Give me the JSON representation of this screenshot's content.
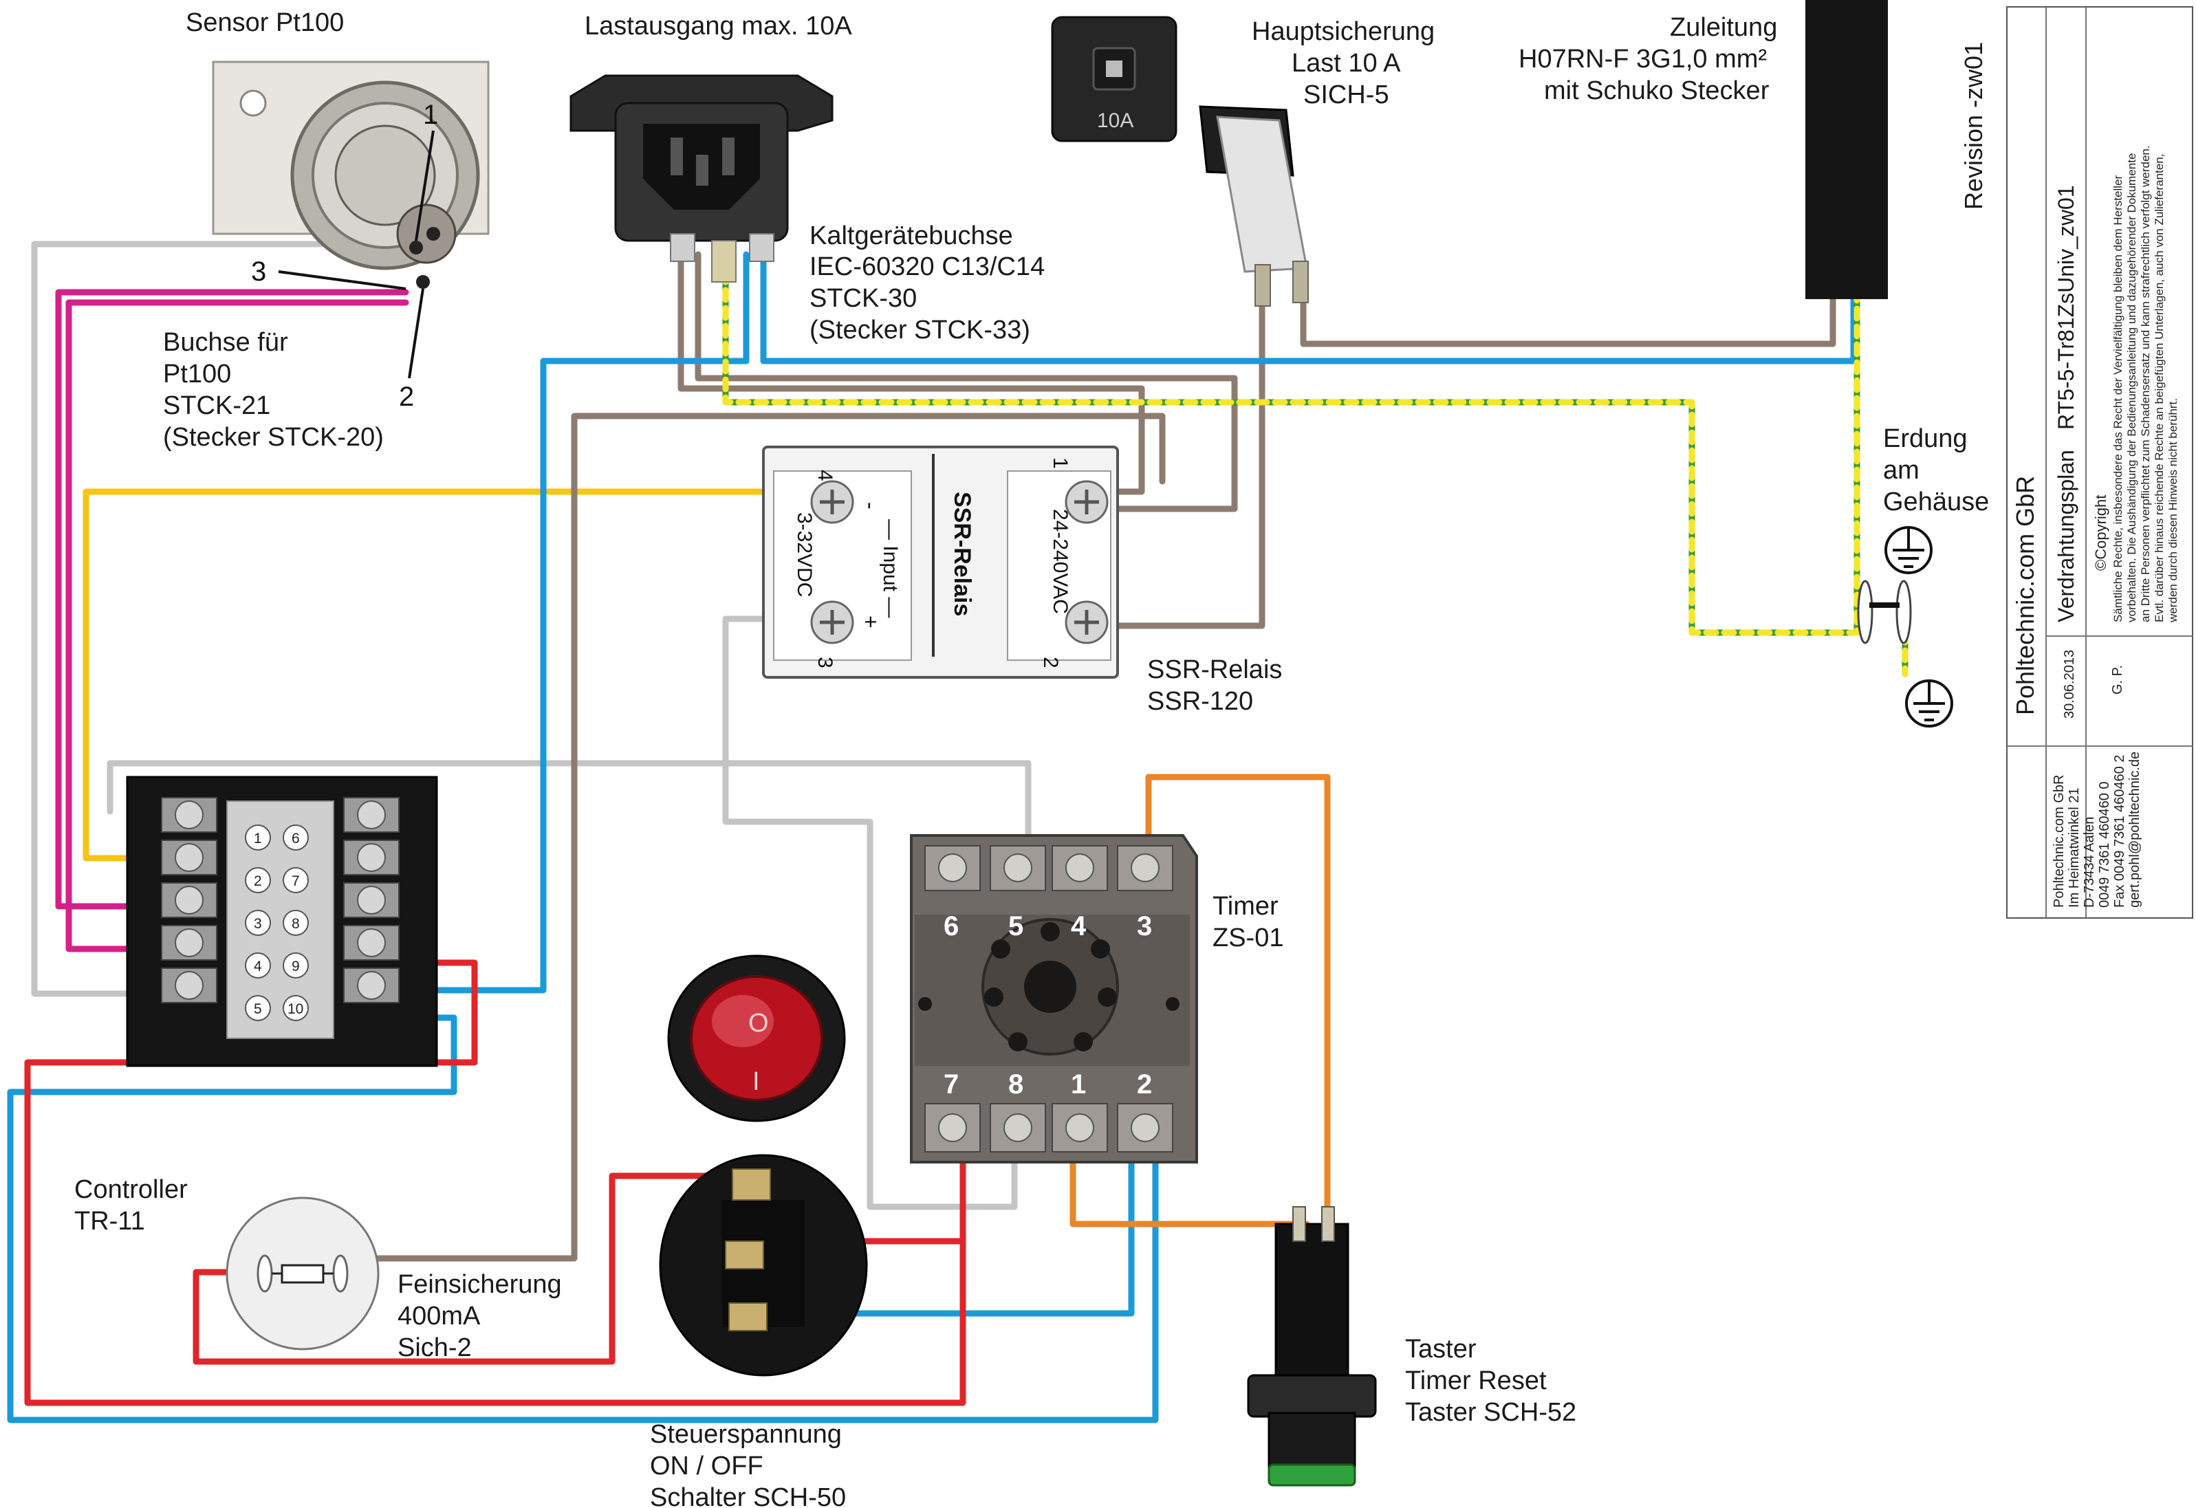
{
  "labels": {
    "sensor_title": "Sensor Pt100",
    "sensor_pin1": "1",
    "sensor_pin2": "2",
    "sensor_pin3": "3",
    "buchse_l1": "Buchse für",
    "buchse_l2": "Pt100",
    "buchse_l3": "STCK-21",
    "buchse_l4": "(Stecker STCK-20)",
    "last_title": "Lastausgang max. 10A",
    "kalt_l1": "Kaltgerätebuchse",
    "kalt_l2": "IEC-60320 C13/C14",
    "kalt_l3": "STCK-30",
    "kalt_l4": "(Stecker STCK-33)",
    "fuse_cap": "10A",
    "haupt_l1": "Hauptsicherung",
    "haupt_l2": "Last 10 A",
    "haupt_l3": "SICH-5",
    "zul_l1": "Zuleitung",
    "zul_l2": "H07RN-F 3G1,0 mm²",
    "zul_l3": "mit Schuko Stecker",
    "erd_l1": "Erdung",
    "erd_l2": "am",
    "erd_l3": "Gehäuse",
    "ssr_title": "SSR-Relais",
    "ssr_input": "— Input —",
    "ssr_minus": "-",
    "ssr_plus": "+",
    "ssr_dc": "3-32VDC",
    "ssr_ac": "24-240VAC",
    "ssr_t1": "1",
    "ssr_t2": "2",
    "ssr_t3": "3",
    "ssr_t4": "4",
    "ssr_l1": "SSR-Relais",
    "ssr_l2": "SSR-120",
    "timer_l1": "Timer",
    "timer_l2": "ZS-01",
    "t6": "6",
    "t5": "5",
    "t4": "4",
    "t3": "3",
    "t7": "7",
    "t8": "8",
    "t1": "1",
    "t2": "2",
    "ctrl_l1": "Controller",
    "ctrl_l2": "TR-11",
    "c1": "1",
    "c2": "2",
    "c3": "3",
    "c4": "4",
    "c5": "5",
    "c6": "6",
    "c7": "7",
    "c8": "8",
    "c9": "9",
    "c10": "10",
    "fein_l1": "Feinsicherung",
    "fein_l2": "400mA",
    "fein_l3": "Sich-2",
    "steuer_l1": "Steuerspannung",
    "steuer_l2": "ON / OFF",
    "steuer_l3": "Schalter SCH-50",
    "switch_o": "O",
    "switch_i": "I",
    "taster_l1": "Taster",
    "taster_l2": "Timer Reset",
    "taster_l3": "Taster SCH-52"
  },
  "title_block": {
    "revision": "Revision -zw01",
    "company": "Pohltechnic.com GbR",
    "plan_label": "Verdrahtungsplan",
    "plan_id": "RT5-5-Tr81ZsUniv_zw01",
    "copyright": "©Copyright",
    "copy_l1": "Sämtliche Rechte, insbesondere das Recht der Vervielfältigung bleiben dem Hersteller",
    "copy_l2": "vorbehalten. Die Aushändigung der Bedienungsanleitung und dazugehörender Dokumente",
    "copy_l3": "an Dritte Personen verpflichtet zum Schadensersatz und kann strafrechtlich verfolgt werden.",
    "copy_l4": "Evtl. darüber hinaus reichende Rechte an beigefügten Unterlagen, auch von Zulieferanten,",
    "copy_l5": "werden durch diesen Hinweis nicht berührt.",
    "date": "30.06.2013",
    "author": "G. P.",
    "addr_l1": "Pohltechnic.com GbR",
    "addr_l2": "Im Heimatwinkel 21",
    "addr_l3": "D-73434 Aalen",
    "addr_l4": "0049 7361 460460 0",
    "addr_l5": "Fax 0049 7361 460460 2",
    "addr_l6": "gert.pohl@pohltechnic.de"
  },
  "colors": {
    "wire_brown": "#8d7b70",
    "wire_blue": "#1b9ad8",
    "wire_red": "#e0262b",
    "wire_magenta": "#d4208a",
    "wire_yellow": "#f5c518",
    "wire_green": "#3a9a3a",
    "wire_orange": "#e8862a",
    "wire_grey": "#c4c4c4"
  }
}
